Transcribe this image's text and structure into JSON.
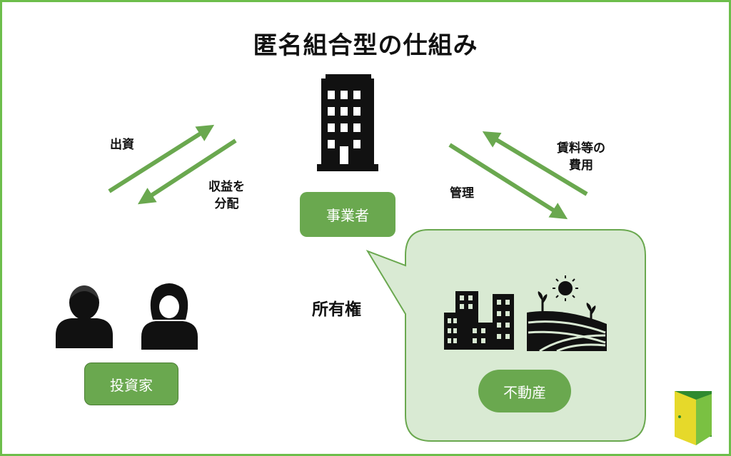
{
  "title": "匿名組合型の仕組み",
  "labels": {
    "investment": "出資",
    "profit_line1": "収益を",
    "profit_line2": "分配",
    "management": "管理",
    "rent_line1": "賃料等の",
    "rent_line2": "費用",
    "ownership": "所有権"
  },
  "nodes": {
    "operator": "事業者",
    "investors": "投資家",
    "real_estate": "不動産"
  },
  "colors": {
    "accent_green": "#6aa84f",
    "border_green": "#6dbe4b",
    "bubble_fill": "#d9ead3",
    "icon_black": "#111111"
  },
  "icons": [
    "building-icon",
    "man-icon",
    "woman-icon",
    "city-buildings-icon",
    "farmland-icon",
    "sun-icon",
    "door-logo-icon"
  ]
}
